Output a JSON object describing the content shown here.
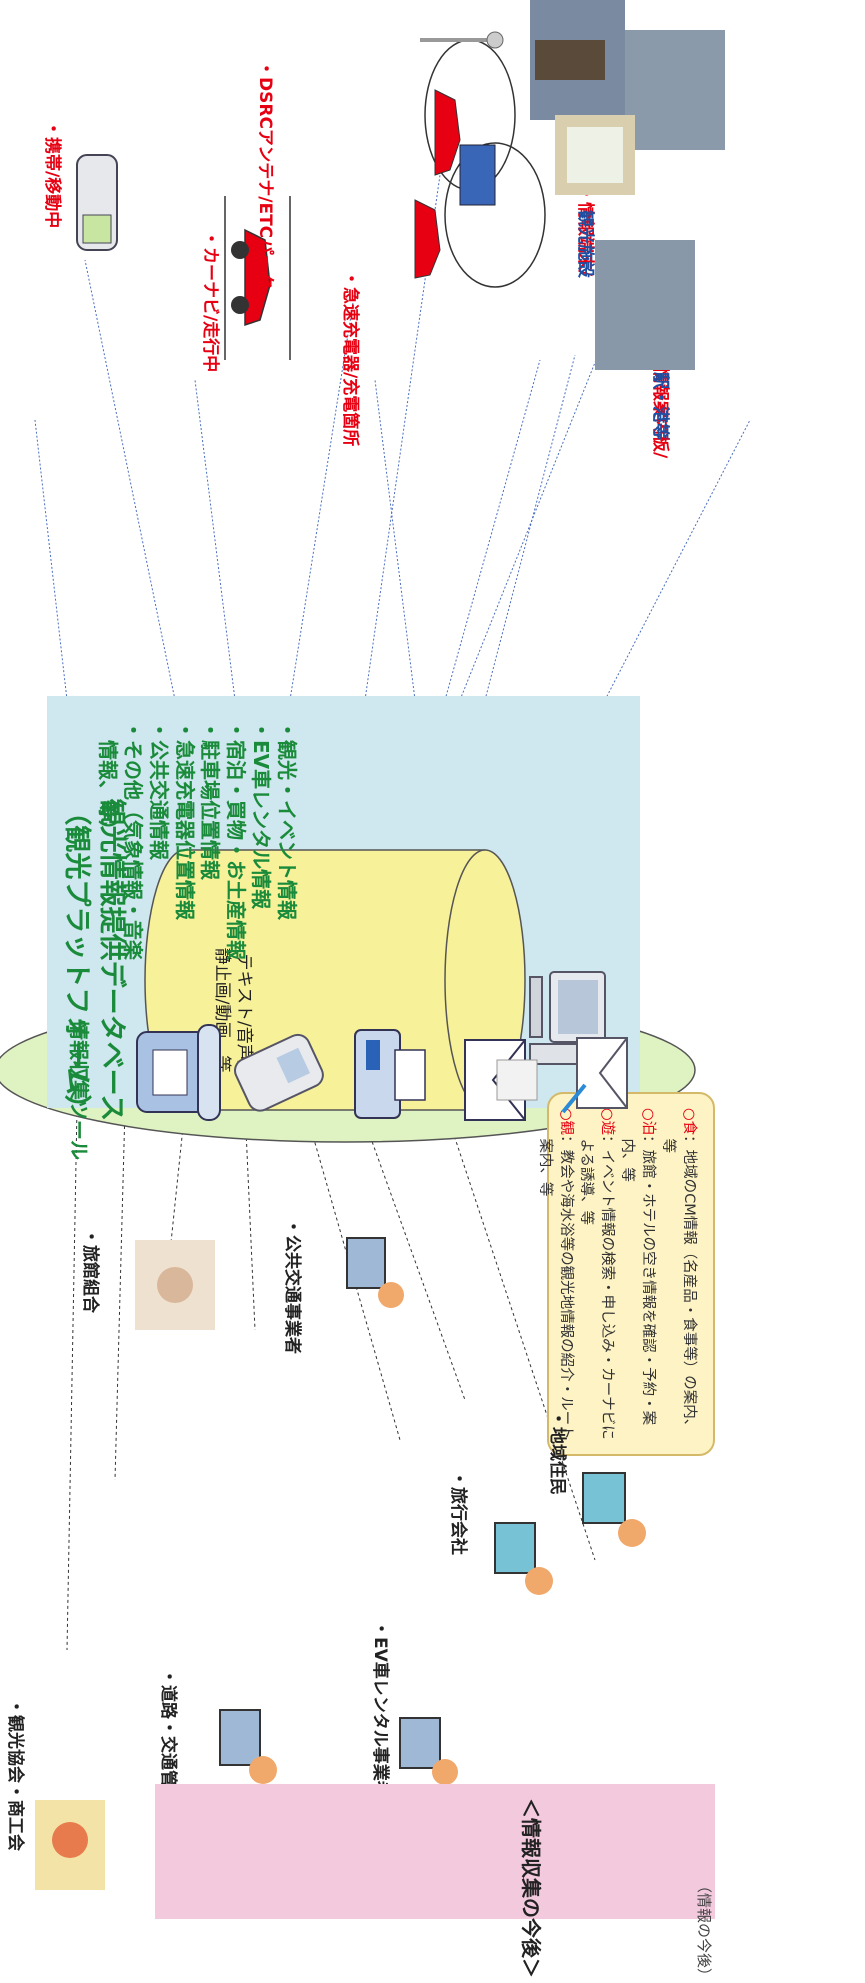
{
  "database": {
    "title_line1": "観光情報提供データベース",
    "title_line2": "（観光プラットフォーム）",
    "media_line1": "テキスト/音声/",
    "media_line2": "静止画/動画、等",
    "items": [
      "・観光・イベント情報",
      "・EV車レンタル情報",
      "・宿泊・買物・お土産情報",
      "・駐車場位置情報",
      "・急速充電器位置情報",
      "・公共交通情報",
      "・その他（気象情報・音楽",
      "情報、等）"
    ]
  },
  "delivery_channels": [
    {
      "key": "mobile",
      "text": "・携帯/移動中",
      "color": "#e60012"
    },
    {
      "key": "carnavi",
      "text": "・カーナビ/走行中",
      "color": "#e60012"
    },
    {
      "key": "dsrc",
      "text": "・DSRCアンテナ/ETCパーク",
      "color": "#e60012"
    },
    {
      "key": "charger",
      "text": "・急速充電器/充電箇所",
      "color": "#e60012"
    },
    {
      "key": "terminal_line1",
      "text": "・情報端末/",
      "color": "#e60012"
    },
    {
      "key": "terminal_line2",
      "text": "観光施設",
      "color": "#1d4fa3"
    },
    {
      "key": "signboard_line1",
      "text": "・情報案内板/",
      "color": "#e60012"
    },
    {
      "key": "signboard_line2",
      "text": "駅・港等",
      "color": "#1d4fa3"
    }
  ],
  "collection_tools_title": "情報収集ツール",
  "contributors": [
    "・観光協会・商工会",
    "・旅館組合",
    "・道路・交通管理者",
    "・公共交通事業者",
    "・EV車レンタル事業者",
    "・旅行会社",
    "・地域住民"
  ],
  "examples": [
    {
      "key": "○食",
      "text": "：地域のCM情報（名産品・食事等）の案内、等"
    },
    {
      "key": "○泊",
      "text": "：旅館・ホテルの空き情報を確認・予約・案内、等"
    },
    {
      "key": "○遊",
      "text": "：イベント情報の検索・申し込み・カーナビによる誘導、等"
    },
    {
      "key": "○観",
      "text": "：教会や海水浴等の観光地情報の紹介・ルート案内、等"
    }
  ],
  "future": {
    "title": "＜情報収集の今後＞",
    "subtitle": "（情報の今後）"
  },
  "colors": {
    "accent_green": "#1a8b3a",
    "alert_red": "#e60012",
    "link_blue": "#1d4fa3",
    "panel_blue": "#cfe7ee",
    "cylinder_yellow": "#f7f19a",
    "ellipse_green": "#dff2c2",
    "note_bg": "#fdf3c4",
    "future_pink": "#f3c9de"
  },
  "icons": [
    "car-icon",
    "phone-icon",
    "mobile-phone-icon",
    "fax-icon",
    "mail-icon",
    "email-icon",
    "monitor-icon",
    "antenna-icon",
    "person-computer-icon"
  ]
}
